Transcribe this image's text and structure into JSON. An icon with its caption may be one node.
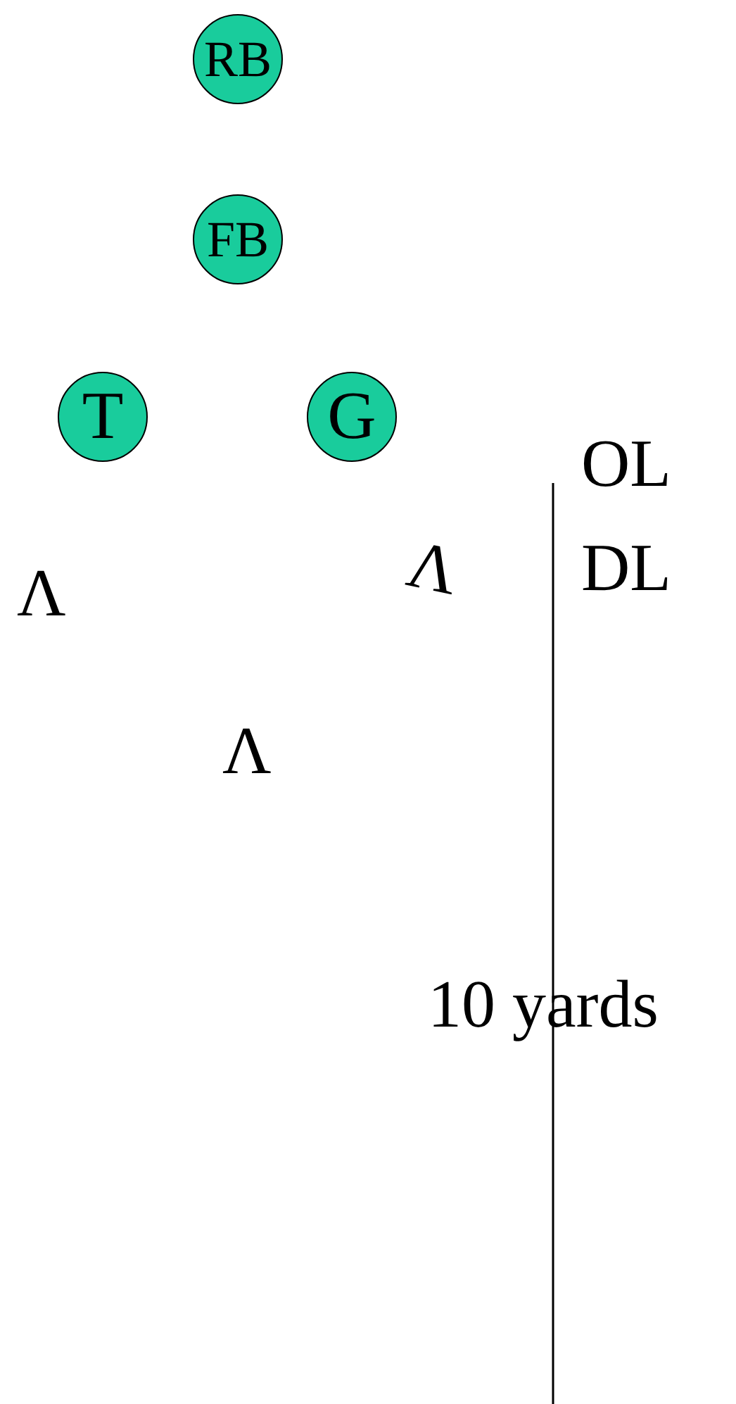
{
  "diagram": {
    "nodes": [
      {
        "text": [
          "RB"
        ]
      },
      {
        "text": [
          "FB"
        ]
      },
      {
        "text": [
          "T"
        ]
      },
      {
        "text": [
          "G"
        ]
      }
    ],
    "labels": [
      "OL",
      "Λ",
      "DL",
      "Λ",
      "Λ",
      "10 yards"
    ]
  }
}
